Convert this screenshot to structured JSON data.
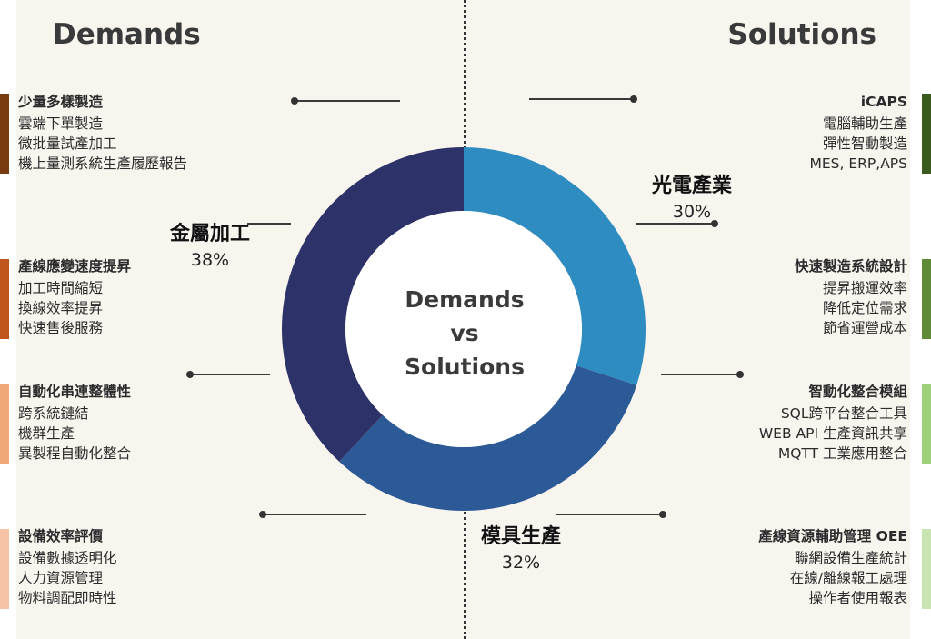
{
  "headings": {
    "left": "Demands",
    "right": "Solutions"
  },
  "center_text": [
    "Demands",
    "vs",
    "Solutions"
  ],
  "demands": [
    {
      "title": "少量多樣製造",
      "items": [
        "雲端下單製造",
        "微批量試產加工",
        "機上量測系統生產履歷報告"
      ],
      "color": "#7a3a12"
    },
    {
      "title": "產線應變速度提昇",
      "items": [
        "加工時間縮短",
        "換線效率提昇",
        "快速售後服務"
      ],
      "color": "#c0561c"
    },
    {
      "title": "自動化串連整體性",
      "items": [
        "跨系統鏈結",
        "機群生產",
        "異製程自動化整合"
      ],
      "color": "#f0a878"
    },
    {
      "title": "設備效率評價",
      "items": [
        "設備數據透明化",
        "人力資源管理",
        "物料調配即時性"
      ],
      "color": "#f6c4a4"
    }
  ],
  "solutions": [
    {
      "title": "iCAPS",
      "items": [
        "電腦輔助生產",
        "彈性智動製造",
        "MES, ERP,APS"
      ],
      "color": "#3a5a1e"
    },
    {
      "title": "快速製造系統設計",
      "items": [
        "提昇搬運效率",
        "降低定位需求",
        "節省運營成本"
      ],
      "color": "#5e8a36"
    },
    {
      "title": "智動化整合模組",
      "items": [
        "SQL跨平台整合工具",
        "WEB API 生產資訊共享",
        "MQTT 工業應用整合"
      ],
      "color": "#9ecf7a"
    },
    {
      "title": "產線資源輔助管理 OEE",
      "items": [
        "聯網設備生產統計",
        "在線/離線報工處理",
        "操作者使用報表"
      ],
      "color": "#c8e4b2"
    }
  ],
  "chart_data": {
    "type": "pie",
    "categories": [
      "光電產業",
      "模具生產",
      "金屬加工"
    ],
    "values": [
      30,
      32,
      38
    ],
    "value_labels": [
      "30%",
      "32%",
      "38%"
    ],
    "colors": [
      "#2e8cc1",
      "#2c5a97",
      "#2d3268"
    ]
  }
}
